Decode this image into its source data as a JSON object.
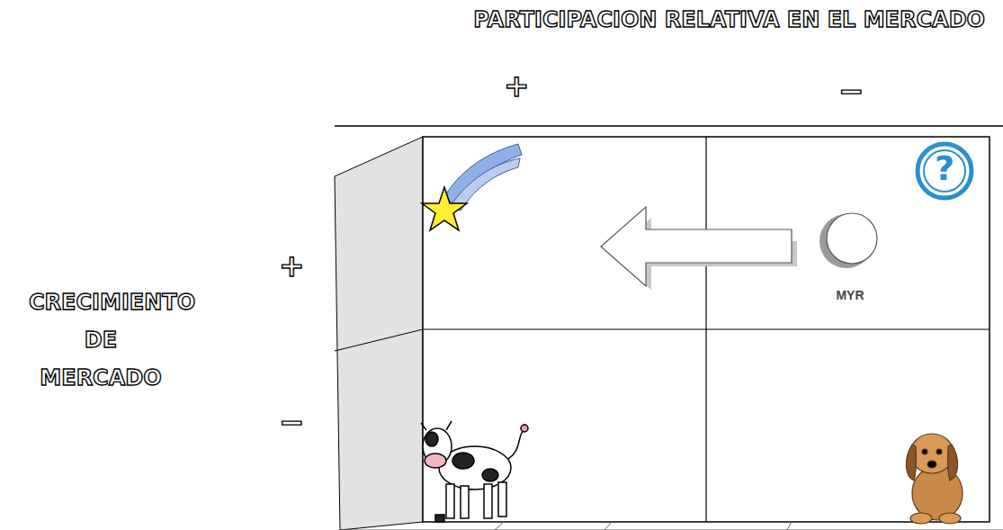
{
  "diagram": {
    "nodes": [
      {
        "text": [
          "MYR"
        ]
      }
    ],
    "labels": [
      "PARTICIPACION RELATIVA EN EL MERCADO",
      "+",
      "−",
      "CRECIMIENTO DE MERCADO",
      "+",
      "−",
      "?"
    ]
  }
}
